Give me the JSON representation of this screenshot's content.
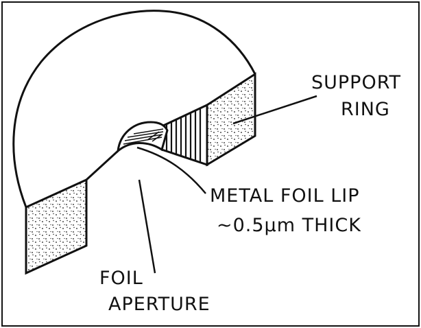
{
  "diagram": {
    "labels": {
      "support_ring_line1": "SUPPORT",
      "support_ring_line2": "RING",
      "metal_foil_line1": "METAL FOIL LIP",
      "metal_foil_line2": "~0.5μm THICK",
      "foil_aperture_line1": "FOIL",
      "foil_aperture_line2": "APERTURE"
    },
    "colors": {
      "ink": "#111111",
      "paper": "#ffffff"
    }
  }
}
